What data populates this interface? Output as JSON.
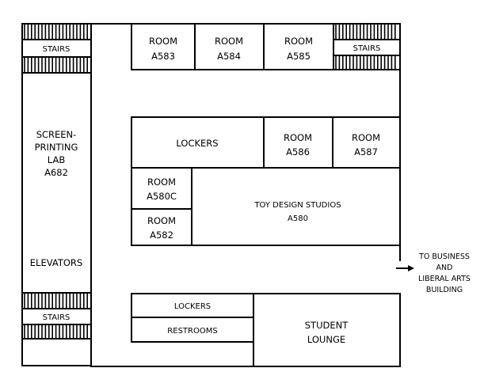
{
  "stairs_nw": "STAIRS",
  "stairs_ne": "STAIRS",
  "stairs_sw": "STAIRS",
  "room_a583": [
    "ROOM",
    "A583"
  ],
  "room_a584": [
    "ROOM",
    "A584"
  ],
  "room_a585": [
    "ROOM",
    "A585"
  ],
  "lockers_north": "LOCKERS",
  "room_a586": [
    "ROOM",
    "A586"
  ],
  "room_a587": [
    "ROOM",
    "A587"
  ],
  "room_a580c": [
    "ROOM",
    "A580C"
  ],
  "room_a582": [
    "ROOM",
    "A582"
  ],
  "toy_design": [
    "TOY DESIGN STUDIOS",
    "A580"
  ],
  "screen_printing": [
    "SCREEN-",
    "PRINTING",
    "LAB",
    "A682"
  ],
  "elevators": "ELEVATORS",
  "lockers_south": "LOCKERS",
  "restrooms": "RESTROOMS",
  "student_lounge": [
    "STUDENT",
    "LOUNGE"
  ],
  "exit_label": [
    "TO BUSINESS",
    "AND",
    "LIBERAL ARTS",
    "BUILDING"
  ],
  "colors": {
    "line": "#000000",
    "fill": "#ffffff"
  }
}
